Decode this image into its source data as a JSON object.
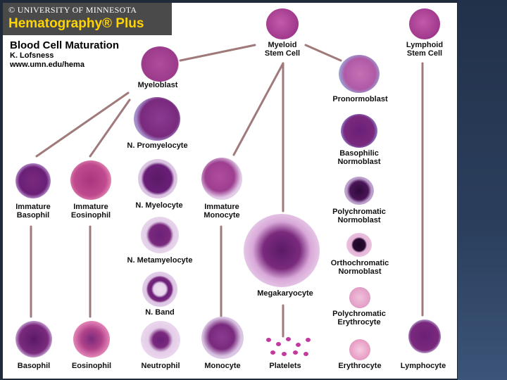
{
  "header": {
    "university": "© UNIVERSITY OF MINNESOTA",
    "brand": "Hematography® Plus"
  },
  "title": "Blood Cell Maturation",
  "author": "K. Lofsness",
  "url": "www.umn.edu/hema",
  "labels": {
    "myeloid_stem_cell": "Myeloid\nStem Cell",
    "lymphoid_stem_cell": "Lymphoid\nStem Cell",
    "myeloblast": "Myeloblast",
    "pronormoblast": "Pronormoblast",
    "n_promyelocyte": "N. Promyelocyte",
    "basophilic_normoblast": "Basophilic\nNormoblast",
    "immature_basophil": "Immature\nBasophil",
    "immature_eosinophil": "Immature\nEosinophil",
    "n_myelocyte": "N. Myelocyte",
    "immature_monocyte": "Immature\nMonocyte",
    "polychromatic_normoblast": "Polychromatic\nNormoblast",
    "n_metamyelocyte": "N. Metamyelocyte",
    "orthochromatic_normoblast": "Orthochromatic\nNormoblast",
    "megakaryocyte": "Megakaryocyte",
    "n_band": "N. Band",
    "polychromatic_erythrocyte": "Polychromatic\nErythrocyte",
    "basophil": "Basophil",
    "eosinophil": "Eosinophil",
    "neutrophil": "Neutrophil",
    "monocyte": "Monocyte",
    "platelets": "Platelets",
    "erythrocyte": "Erythrocyte",
    "lymphocyte": "Lymphocyte"
  },
  "colors": {
    "line": "#a07a7a",
    "cytoplasm_light": "#e3c8e6",
    "nucleus": "#7a2a7d",
    "nucleus_dark": "#3a0f45",
    "rbc": "#e8a0c8",
    "stem": "#b54a9e"
  }
}
